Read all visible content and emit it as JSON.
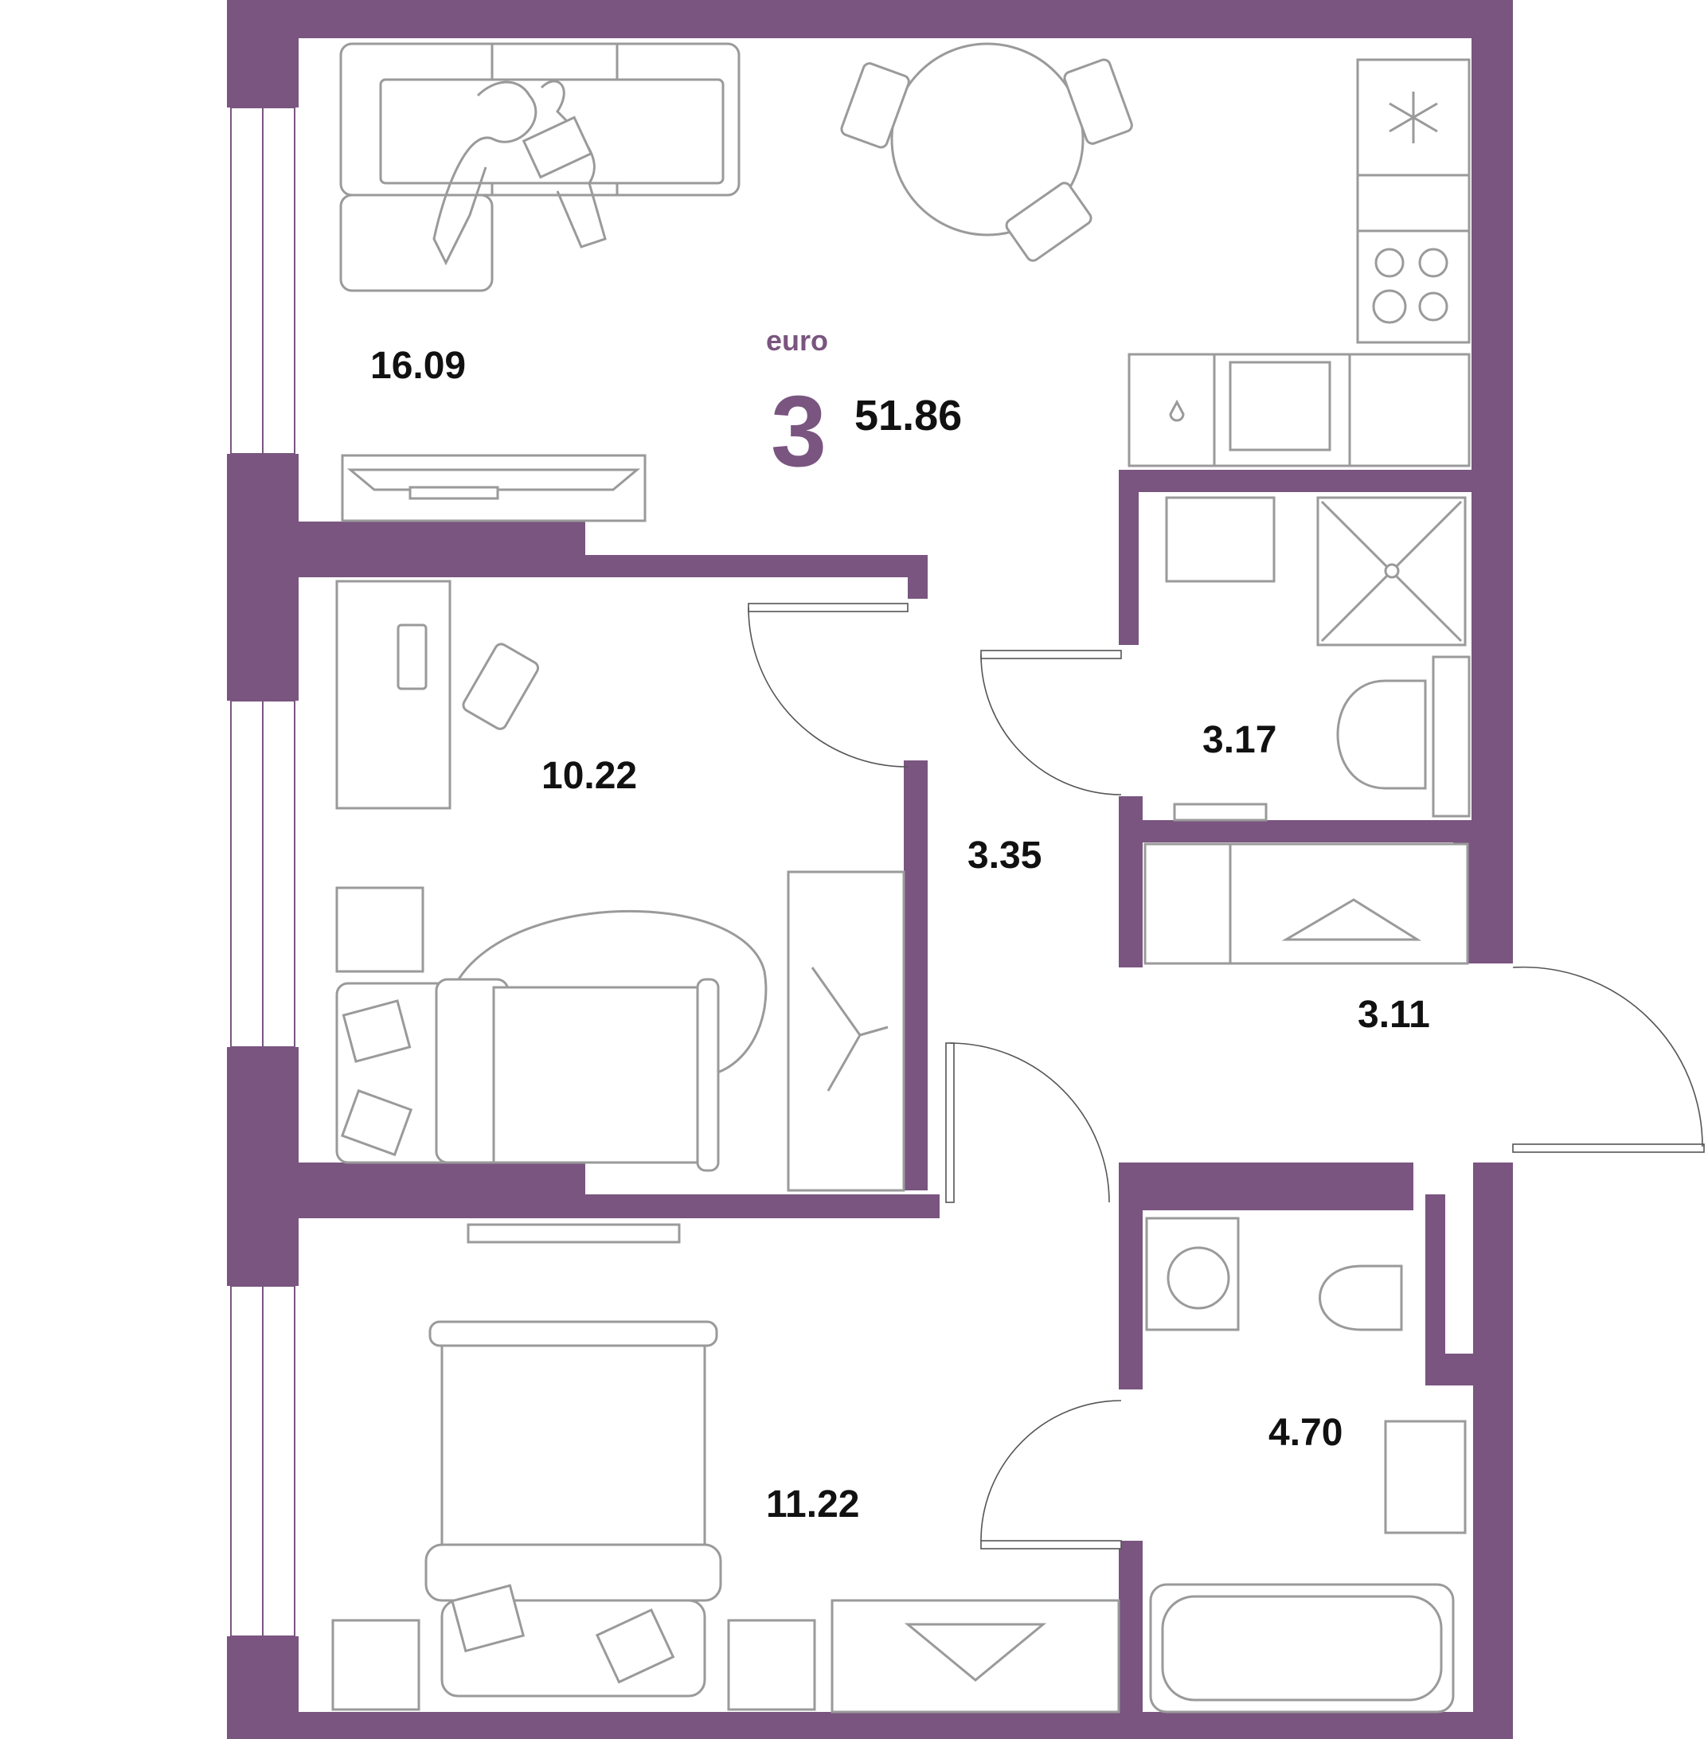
{
  "colors": {
    "wall": "#7a5580",
    "furniture": "#9a9a9a",
    "text": "#111111"
  },
  "plan": {
    "type_label": "euro",
    "rooms_count": "3",
    "total_area": "51.86"
  },
  "rooms": [
    {
      "id": "living-kitchen",
      "area": "16.09"
    },
    {
      "id": "bedroom-small",
      "area": "10.22"
    },
    {
      "id": "hallway",
      "area": "3.35"
    },
    {
      "id": "bathroom-shower",
      "area": "3.17"
    },
    {
      "id": "corridor",
      "area": "3.11"
    },
    {
      "id": "bathroom-tub",
      "area": "4.70"
    },
    {
      "id": "bedroom-master",
      "area": "11.22"
    }
  ],
  "icons": [
    "snowflake-icon",
    "hanger-icon",
    "pillow-icon",
    "cooktop-icon",
    "sink-icon",
    "toilet-icon",
    "washing-machine-icon",
    "bathtub-icon",
    "shower-icon"
  ]
}
